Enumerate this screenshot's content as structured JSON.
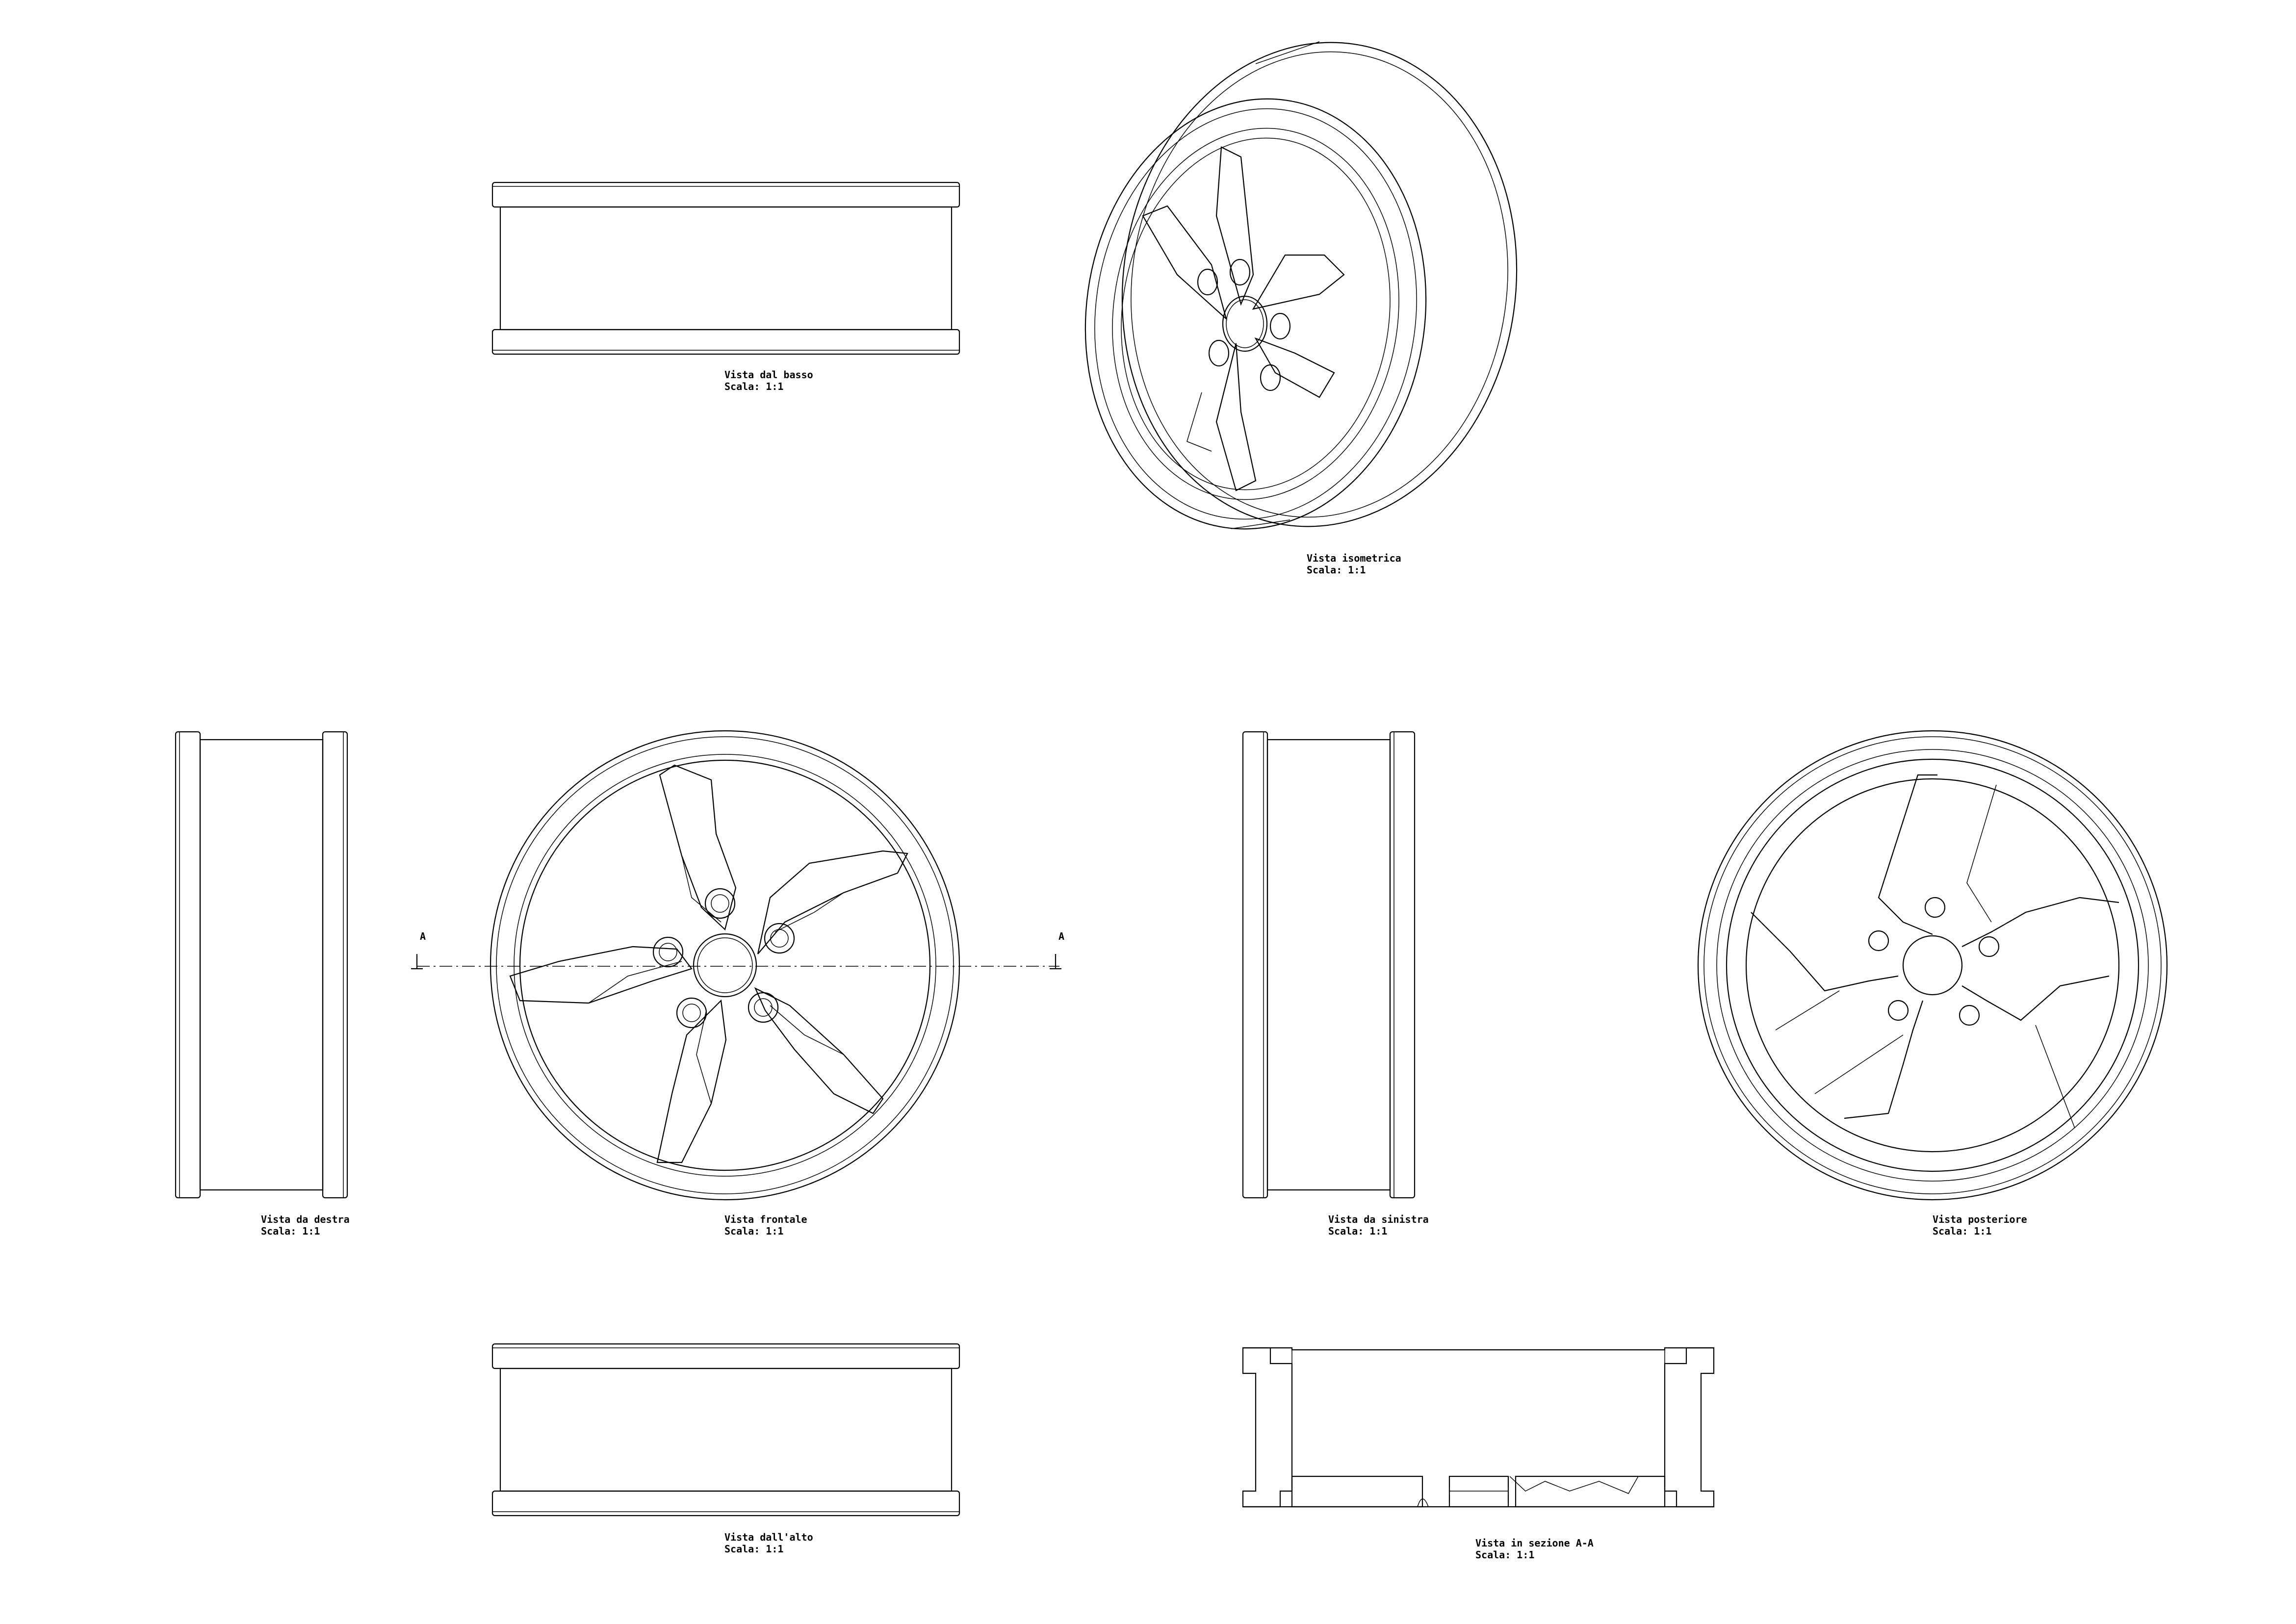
{
  "views": {
    "bottom": {
      "title": "Vista dal basso",
      "scale": "Scala:  1:1"
    },
    "iso": {
      "title": "Vista isometrica",
      "scale": "Scala:  1:1"
    },
    "right": {
      "title": "Vista da destra",
      "scale": "Scala:  1:1"
    },
    "front": {
      "title": "Vista frontale",
      "scale": "Scala:  1:1"
    },
    "left": {
      "title": "Vista da sinistra",
      "scale": "Scala:  1:1"
    },
    "rear": {
      "title": "Vista posteriore",
      "scale": "Scala:  1:1"
    },
    "top": {
      "title": "Vista dall'alto",
      "scale": "Scala:  1:1"
    },
    "section": {
      "title": "Vista in sezione A-A",
      "scale": "Scala:  1:1"
    }
  },
  "section_markers": {
    "left": "A",
    "right": "A"
  },
  "colors": {
    "line": "#000000",
    "background": "#ffffff"
  }
}
